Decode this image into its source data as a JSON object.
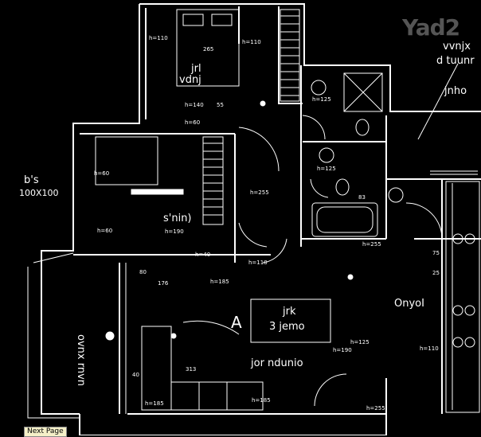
{
  "watermark": "Yad2",
  "next_page_label": "Next Page",
  "area_label": "A",
  "dimension_labels": [
    "h=110",
    "h=110",
    "265",
    "h=125",
    "h=140",
    "55",
    "h=60",
    "h=125",
    "h=255",
    "83",
    "h=255",
    "h=60",
    "h=60",
    "h=190",
    "h=40",
    "h=110",
    "80",
    "176",
    "h=185",
    "40",
    "313",
    "h=125",
    "h=190",
    "h=110",
    "h=185",
    "h=185",
    "h=255",
    "75",
    "25",
    "100X100"
  ],
  "room_labels": [
    "jrl",
    "vdnj",
    "s'nin)",
    "b's",
    "ovnx rnvn",
    "OnyoI",
    "3 jemo",
    "jrk",
    "jor ndunio",
    "vvnjx",
    "d tuunr",
    "jnho"
  ]
}
